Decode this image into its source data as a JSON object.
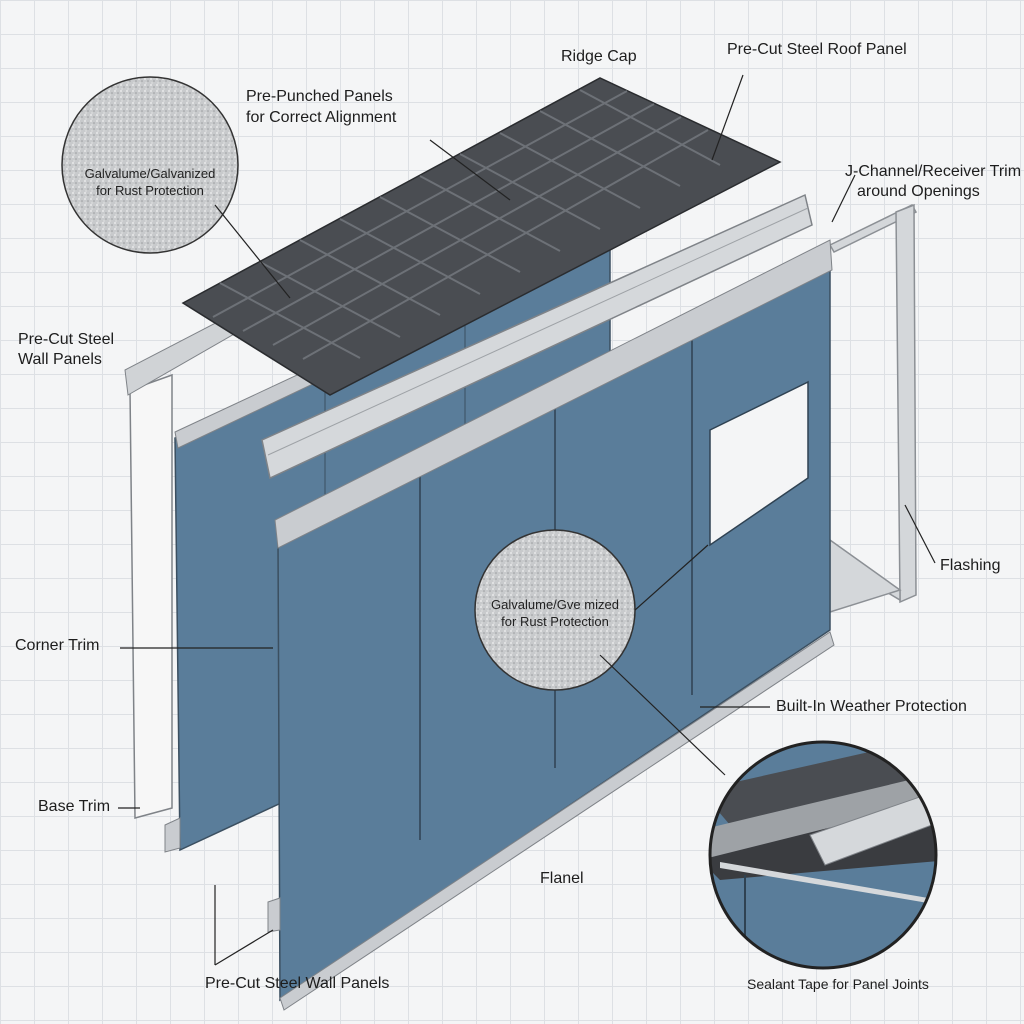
{
  "labels": {
    "ridge_cap": "Ridge Cap",
    "roof_panel": "Pre-Cut Steel Roof Panel",
    "pre_punched_1": "Pre-Punched Panels",
    "pre_punched_2": "for Correct Alignment",
    "j_channel_1": "J-Channel/Receiver Trim",
    "j_channel_2": "around Openings",
    "wall_panels_top_1": "Pre-Cut Steel",
    "wall_panels_top_2": "Wall Panels",
    "flashing": "Flashing",
    "corner_trim": "Corner Trim",
    "weather": "Built-In Weather Protection",
    "base_trim": "Base Trim",
    "flanel": "Flanel",
    "wall_panels_bottom": "Pre-Cut Steel Wall Panels",
    "sealant": "Sealant Tape for Panel Joints"
  },
  "callouts": {
    "top_1": "Galvalume/Galvanized",
    "top_2": "for Rust Protection",
    "mid_1": "Galvalume/Gve mized",
    "mid_2": "for Rust Protection"
  },
  "colors": {
    "panel": "#5a7d9a",
    "roof": "#4a4d52",
    "trim": "#c9ccd0"
  }
}
